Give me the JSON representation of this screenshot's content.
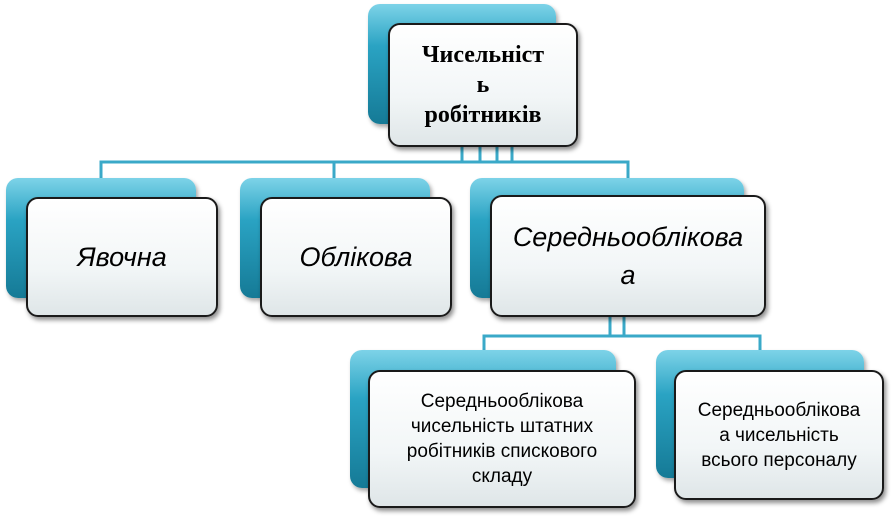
{
  "diagram": {
    "root": {
      "line1": "Чисельніст",
      "line2": "ь",
      "line3": "робітників"
    },
    "level1": [
      {
        "label": "Явочна"
      },
      {
        "label": "Облікова"
      },
      {
        "line1": "Середньооблікова",
        "line2": "а"
      }
    ],
    "level2": [
      {
        "line1": "Середньооблікова",
        "line2": "чисельність штатних",
        "line3": "робітників спискового",
        "line4": "складу"
      },
      {
        "line1": "Середньооблікова",
        "line2": "а чисельність",
        "line3": "всього персоналу"
      }
    ],
    "colors": {
      "connector": "#3aa9c8",
      "back_box_top": "#7dd3e8",
      "back_box_bottom": "#157a96",
      "front_box": "#ffffff",
      "border": "#1a1a1a"
    }
  }
}
